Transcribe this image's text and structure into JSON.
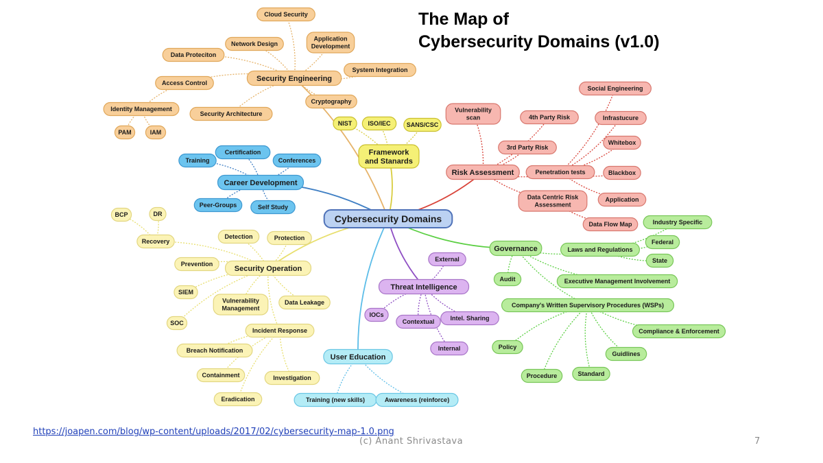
{
  "slide": {
    "title_line1": "The Map of",
    "title_line2": "Cybersecurity Domains (v1.0)",
    "source_url": "https://joapen.com/blog/wp-content/uploads/2017/02/cybersecurity-map-1.0.png",
    "footer": "(c) Anant Shrivastava",
    "page_number": "7"
  },
  "colors": {
    "orange": "#f8cf9a",
    "yellow": "#f5f076",
    "lightyellow": "#fbf3b6",
    "red": "#f7b7b0",
    "blue": "#6cc4ef",
    "green": "#b8ec9c",
    "purple": "#dcb4f0",
    "cyan": "#b4ecf6",
    "center": "#bcd2f2"
  },
  "mindmap": {
    "nodes": [
      {
        "id": "root",
        "label": "Cybersecurity Domains",
        "color": "center"
      },
      {
        "id": "se",
        "label": "Security Engineering",
        "color": "orange"
      },
      {
        "id": "cloud",
        "label": "Cloud Security",
        "color": "orange"
      },
      {
        "id": "netd",
        "label": "Network Design",
        "color": "orange"
      },
      {
        "id": "appdev",
        "label": "Application\nDevelopment",
        "color": "orange"
      },
      {
        "id": "dataprot",
        "label": "Data Proteciton",
        "color": "orange"
      },
      {
        "id": "sysint",
        "label": "System Integration",
        "color": "orange"
      },
      {
        "id": "acc",
        "label": "Access Control",
        "color": "orange"
      },
      {
        "id": "crypto",
        "label": "Cryptography",
        "color": "orange"
      },
      {
        "id": "idm",
        "label": "Identity Management",
        "color": "orange"
      },
      {
        "id": "secarch",
        "label": "Security Architecture",
        "color": "orange"
      },
      {
        "id": "pam",
        "label": "PAM",
        "color": "orange"
      },
      {
        "id": "iam",
        "label": "IAM",
        "color": "orange"
      },
      {
        "id": "fw",
        "label": "Framework\nand Stanards",
        "color": "yellow"
      },
      {
        "id": "nist",
        "label": "NIST",
        "color": "yellow"
      },
      {
        "id": "iso",
        "label": "ISO/IEC",
        "color": "yellow"
      },
      {
        "id": "sans",
        "label": "SANS/CSC",
        "color": "yellow"
      },
      {
        "id": "cd",
        "label": "Career Development",
        "color": "blue"
      },
      {
        "id": "train",
        "label": "Training",
        "color": "blue"
      },
      {
        "id": "cert",
        "label": "Certification",
        "color": "blue"
      },
      {
        "id": "conf",
        "label": "Conferences",
        "color": "blue"
      },
      {
        "id": "peer",
        "label": "Peer-Groups",
        "color": "blue"
      },
      {
        "id": "self",
        "label": "Self Study",
        "color": "blue"
      },
      {
        "id": "ra",
        "label": "Risk Assessment",
        "color": "red"
      },
      {
        "id": "vuln",
        "label": "Vulnerability\nscan",
        "color": "red"
      },
      {
        "id": "p4",
        "label": "4th Party Risk",
        "color": "red"
      },
      {
        "id": "p3",
        "label": "3rd Party Risk",
        "color": "red"
      },
      {
        "id": "pt",
        "label": "Penetration tests",
        "color": "red"
      },
      {
        "id": "soceng",
        "label": "Social Engineering",
        "color": "red"
      },
      {
        "id": "infra",
        "label": "Infrastucure",
        "color": "red"
      },
      {
        "id": "white",
        "label": "Whitebox",
        "color": "red"
      },
      {
        "id": "black",
        "label": "Blackbox",
        "color": "red"
      },
      {
        "id": "appl",
        "label": "Application",
        "color": "red"
      },
      {
        "id": "dcra",
        "label": "Data Centric Risk\nAssessment",
        "color": "red"
      },
      {
        "id": "dfm",
        "label": "Data Flow Map",
        "color": "red"
      },
      {
        "id": "gov",
        "label": "Governance",
        "color": "green"
      },
      {
        "id": "laws",
        "label": "Laws and Regulations",
        "color": "green"
      },
      {
        "id": "indspec",
        "label": "Industry Specific",
        "color": "green"
      },
      {
        "id": "fed",
        "label": "Federal",
        "color": "green"
      },
      {
        "id": "state",
        "label": "State",
        "color": "green"
      },
      {
        "id": "audit",
        "label": "Audit",
        "color": "green"
      },
      {
        "id": "exec",
        "label": "Executive Management Involvement",
        "color": "green"
      },
      {
        "id": "wsp",
        "label": "Company's Written Supervisory Procedures (WSPs)",
        "color": "green"
      },
      {
        "id": "comp",
        "label": "Compliance & Enforcement",
        "color": "green"
      },
      {
        "id": "guid",
        "label": "Guidlines",
        "color": "green"
      },
      {
        "id": "std",
        "label": "Standard",
        "color": "green"
      },
      {
        "id": "proc",
        "label": "Procedure",
        "color": "green"
      },
      {
        "id": "policy",
        "label": "Policy",
        "color": "green"
      },
      {
        "id": "so",
        "label": "Security Operation",
        "color": "lightyellow"
      },
      {
        "id": "detect",
        "label": "Detection",
        "color": "lightyellow"
      },
      {
        "id": "protect",
        "label": "Protection",
        "color": "lightyellow"
      },
      {
        "id": "prevent",
        "label": "Prevention",
        "color": "lightyellow"
      },
      {
        "id": "recovery",
        "label": "Recovery",
        "color": "lightyellow"
      },
      {
        "id": "bcp",
        "label": "BCP",
        "color": "lightyellow"
      },
      {
        "id": "dr",
        "label": "DR",
        "color": "lightyellow"
      },
      {
        "id": "siem",
        "label": "SIEM",
        "color": "lightyellow"
      },
      {
        "id": "vulnmgmt",
        "label": "Vulnerability\nManagement",
        "color": "lightyellow"
      },
      {
        "id": "dleak",
        "label": "Data Leakage",
        "color": "lightyellow"
      },
      {
        "id": "soc",
        "label": "SOC",
        "color": "lightyellow"
      },
      {
        "id": "ir",
        "label": "Incident Response",
        "color": "lightyellow"
      },
      {
        "id": "breach",
        "label": "Breach Notification",
        "color": "lightyellow"
      },
      {
        "id": "contain",
        "label": "Containment",
        "color": "lightyellow"
      },
      {
        "id": "invest",
        "label": "Investigation",
        "color": "lightyellow"
      },
      {
        "id": "erad",
        "label": "Eradication",
        "color": "lightyellow"
      },
      {
        "id": "ti",
        "label": "Threat Intelligence",
        "color": "purple"
      },
      {
        "id": "ext",
        "label": "External",
        "color": "purple"
      },
      {
        "id": "iocs",
        "label": "IOCs",
        "color": "purple"
      },
      {
        "id": "ctx",
        "label": "Contextual",
        "color": "purple"
      },
      {
        "id": "intel",
        "label": "Intel. Sharing",
        "color": "purple"
      },
      {
        "id": "internal",
        "label": "Internal",
        "color": "purple"
      },
      {
        "id": "ue",
        "label": "User Education",
        "color": "cyan"
      },
      {
        "id": "trainnew",
        "label": "Training (new skills)",
        "color": "cyan"
      },
      {
        "id": "aware",
        "label": "Awareness (reinforce)",
        "color": "cyan"
      }
    ],
    "edges": [
      [
        "root",
        "se"
      ],
      [
        "root",
        "fw"
      ],
      [
        "root",
        "cd"
      ],
      [
        "root",
        "ra"
      ],
      [
        "root",
        "gov"
      ],
      [
        "root",
        "so"
      ],
      [
        "root",
        "ti"
      ],
      [
        "root",
        "ue"
      ],
      [
        "se",
        "cloud"
      ],
      [
        "se",
        "netd"
      ],
      [
        "se",
        "appdev"
      ],
      [
        "se",
        "dataprot"
      ],
      [
        "se",
        "sysint"
      ],
      [
        "se",
        "acc"
      ],
      [
        "se",
        "crypto"
      ],
      [
        "se",
        "secarch"
      ],
      [
        "acc",
        "idm"
      ],
      [
        "idm",
        "pam"
      ],
      [
        "idm",
        "iam"
      ],
      [
        "fw",
        "nist"
      ],
      [
        "fw",
        "iso"
      ],
      [
        "fw",
        "sans"
      ],
      [
        "cd",
        "train"
      ],
      [
        "cd",
        "cert"
      ],
      [
        "cd",
        "conf"
      ],
      [
        "cd",
        "peer"
      ],
      [
        "cd",
        "self"
      ],
      [
        "ra",
        "vuln"
      ],
      [
        "ra",
        "p3"
      ],
      [
        "ra",
        "p4"
      ],
      [
        "ra",
        "pt"
      ],
      [
        "ra",
        "dcra"
      ],
      [
        "pt",
        "soceng"
      ],
      [
        "pt",
        "infra"
      ],
      [
        "pt",
        "white"
      ],
      [
        "pt",
        "black"
      ],
      [
        "pt",
        "appl"
      ],
      [
        "dcra",
        "dfm"
      ],
      [
        "gov",
        "laws"
      ],
      [
        "laws",
        "indspec"
      ],
      [
        "laws",
        "fed"
      ],
      [
        "laws",
        "state"
      ],
      [
        "gov",
        "audit"
      ],
      [
        "gov",
        "exec"
      ],
      [
        "gov",
        "wsp"
      ],
      [
        "wsp",
        "comp"
      ],
      [
        "wsp",
        "guid"
      ],
      [
        "wsp",
        "std"
      ],
      [
        "wsp",
        "proc"
      ],
      [
        "wsp",
        "policy"
      ],
      [
        "so",
        "detect"
      ],
      [
        "so",
        "protect"
      ],
      [
        "so",
        "prevent"
      ],
      [
        "so",
        "recovery"
      ],
      [
        "so",
        "siem"
      ],
      [
        "so",
        "vulnmgmt"
      ],
      [
        "so",
        "dleak"
      ],
      [
        "so",
        "soc"
      ],
      [
        "so",
        "ir"
      ],
      [
        "recovery",
        "bcp"
      ],
      [
        "recovery",
        "dr"
      ],
      [
        "ir",
        "breach"
      ],
      [
        "ir",
        "contain"
      ],
      [
        "ir",
        "invest"
      ],
      [
        "ir",
        "erad"
      ],
      [
        "ti",
        "ext"
      ],
      [
        "ti",
        "iocs"
      ],
      [
        "ti",
        "ctx"
      ],
      [
        "ti",
        "intel"
      ],
      [
        "ti",
        "internal"
      ],
      [
        "ue",
        "trainnew"
      ],
      [
        "ue",
        "aware"
      ]
    ]
  }
}
